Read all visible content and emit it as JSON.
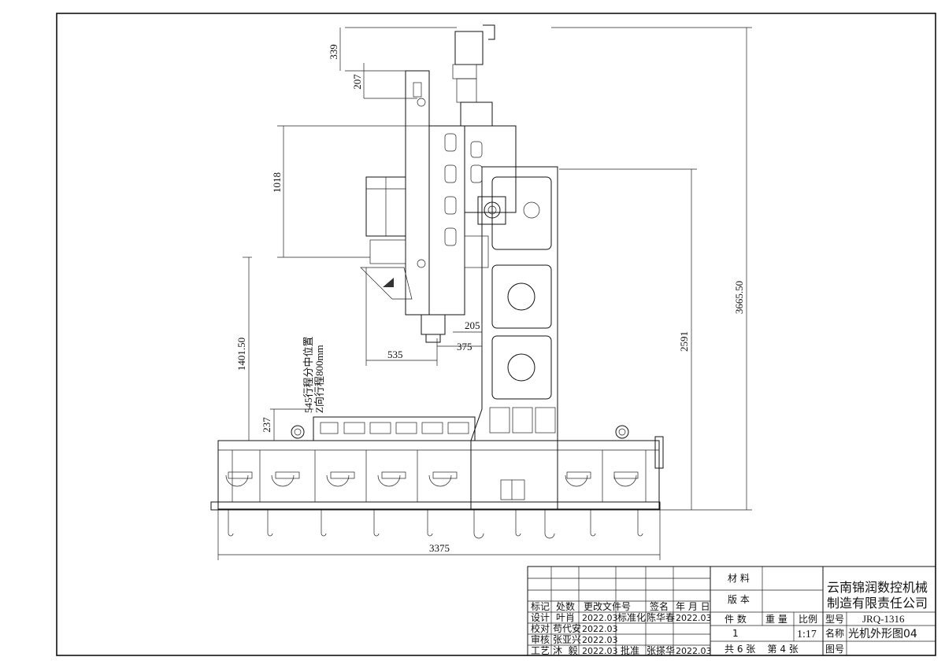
{
  "dimensions": {
    "d339": "339",
    "d207": "207",
    "d1018": "1018",
    "d3665": "3665.50",
    "d2591": "2591",
    "d1401": "1401.50",
    "d205": "205",
    "d375": "375",
    "d535": "535",
    "d237": "237",
    "d3375": "3375"
  },
  "notes": {
    "line1": "545行程分中位置",
    "line2": "Z向行程800mm"
  },
  "title_block": {
    "company_line1": "云南锦润数控机械",
    "company_line2": "制造有限责任公司",
    "material_label": "材 料",
    "version_label": "版 本",
    "count_label": "件 数",
    "weight_label": "重 量",
    "scale_label": "比例",
    "model_label": "型号",
    "model_value": "JRQ-1316",
    "name_label": "名称",
    "name_value": "光机外形图04",
    "count_value": "1",
    "scale_value": "1:17",
    "sheets": "共 6 张    第 4 张",
    "drawing_no_label": "图号",
    "rev_headers": {
      "mark": "标记",
      "qty": "处数",
      "doc": "更改文件号",
      "sign": "签名",
      "date": "年 月 日"
    },
    "rows": [
      {
        "role": "设计",
        "name": "叶肖",
        "date": "2022.03",
        "role2": "标准化",
        "name2": "陈华春",
        "date2": "2022.03"
      },
      {
        "role": "校对",
        "name": "苟代安",
        "date": "2022.03"
      },
      {
        "role": "审核",
        "name": "张亚兴",
        "date": "2022.03"
      },
      {
        "role": "工艺",
        "name": "沐  毅",
        "date": "2022.03",
        "role2": "批准",
        "name2": "张搽华",
        "date2": "2022.03"
      }
    ]
  }
}
